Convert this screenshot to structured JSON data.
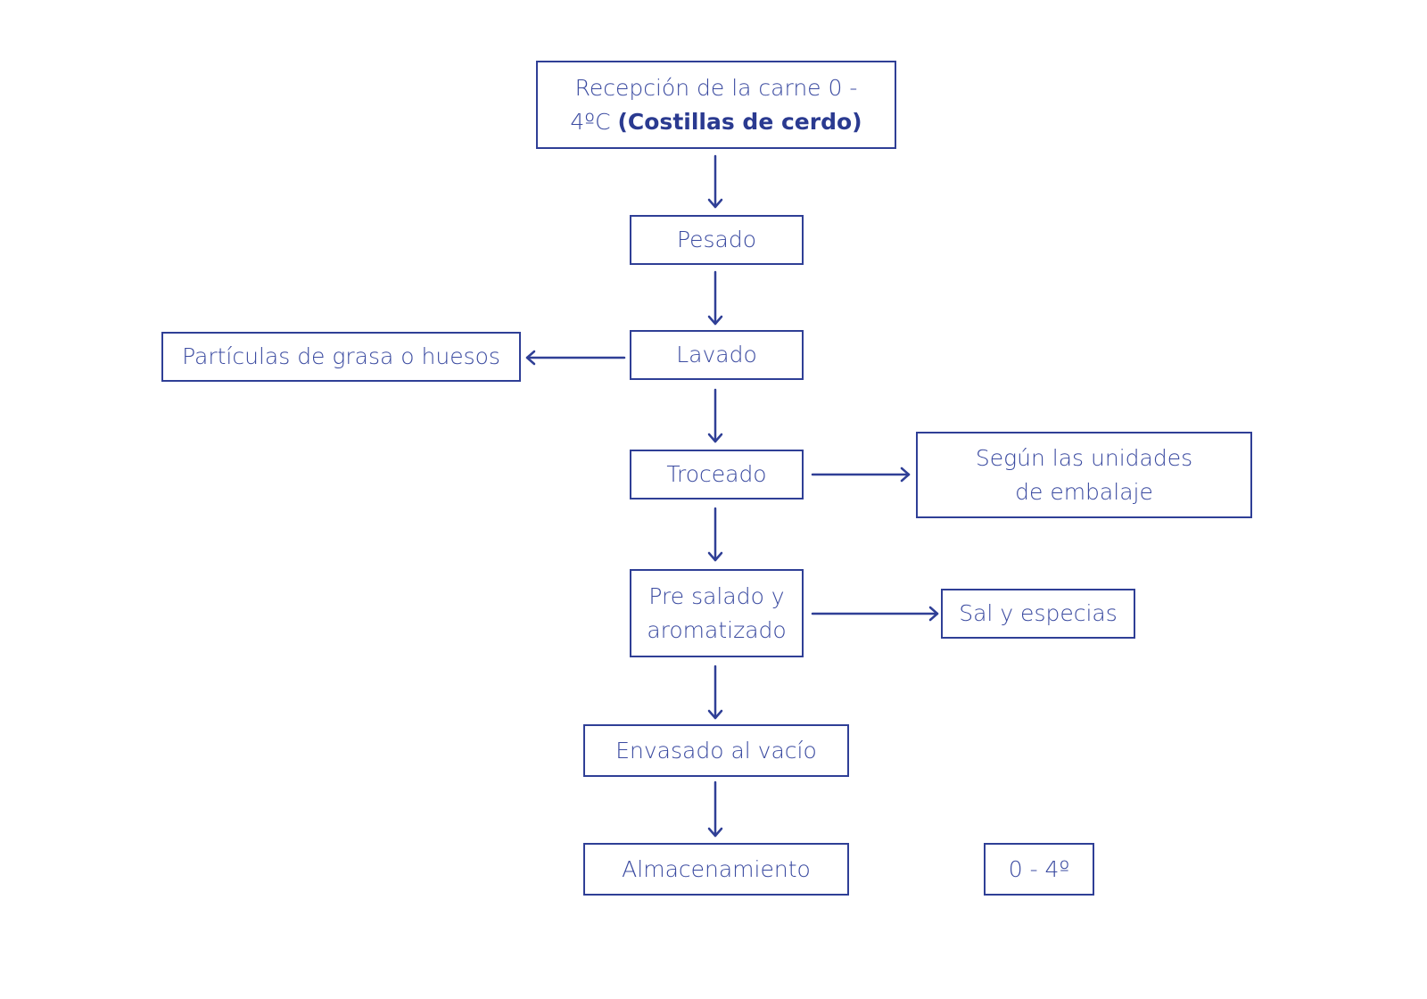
{
  "nodes": {
    "reception": {
      "line1_left": "Recepción de la carne",
      "line1_right": "0 -",
      "line2_plain": "4ºC ",
      "line2_bold": "(Costillas de cerdo)"
    },
    "pesado": "Pesado",
    "lavado": "Lavado",
    "particulas": "Partículas de grasa o huesos",
    "troceado": "Troceado",
    "segun_line1": "Según las unidades",
    "segun_line2": "de embalaje",
    "presalado_line1": "Pre salado y",
    "presalado_line2": "aromatizado",
    "sal": "Sal y especias",
    "envasado": "Envasado al vacío",
    "almacenamiento": "Almacenamiento",
    "temp": "0 - 4º"
  },
  "colors": {
    "stroke": "#2f3f96",
    "text": "#3a4aa0"
  }
}
